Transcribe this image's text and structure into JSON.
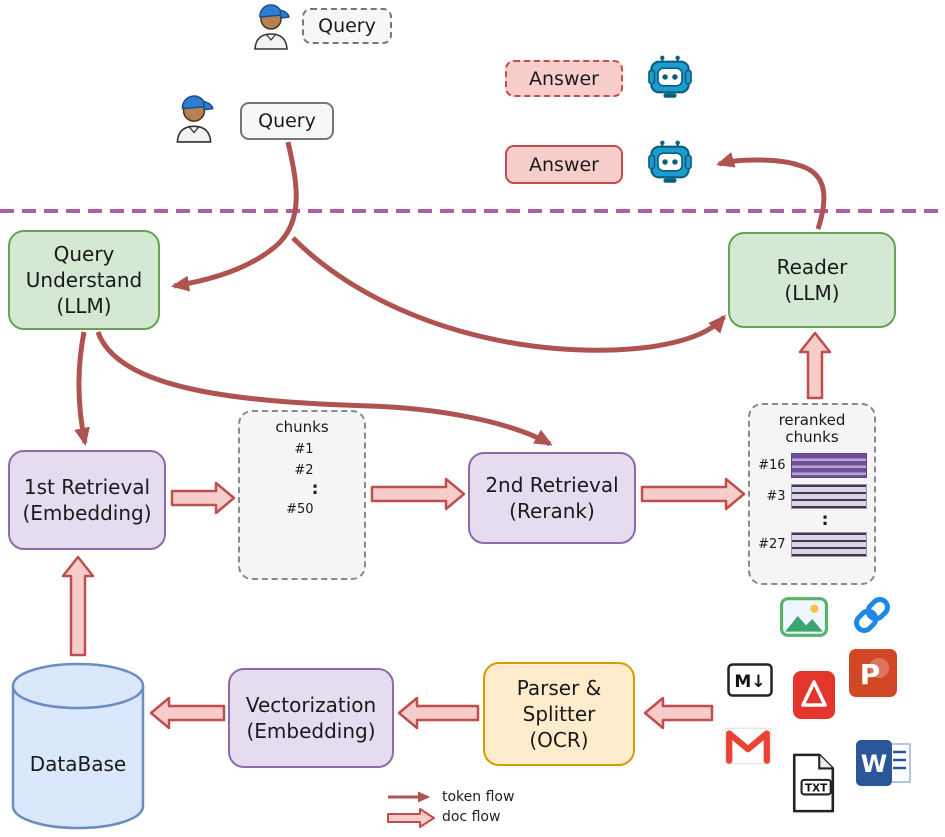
{
  "top": {
    "query_draft": "Query",
    "query_final": "Query",
    "answer_draft": "Answer",
    "answer_final": "Answer"
  },
  "nodes": {
    "query_understand": "Query\nUnderstand\n(LLM)",
    "reader": "Reader\n(LLM)",
    "first_retrieval": "1st Retrieval\n(Embedding)",
    "second_retrieval": "2nd Retrieval\n(Rerank)",
    "database": "DataBase",
    "vectorization": "Vectorization\n(Embedding)",
    "parser_splitter": "Parser &\nSplitter\n(OCR)"
  },
  "chunks_box": {
    "title": "chunks",
    "labels": [
      "#1",
      "#2",
      "#50"
    ],
    "dots": ":"
  },
  "reranked_box": {
    "title": "reranked\nchunks",
    "labels": [
      "#16",
      "#3",
      "#27"
    ],
    "dots": ":"
  },
  "file_icons": {
    "markdown": "M↓",
    "txt": "TXT",
    "powerpoint": "P",
    "word": "W"
  },
  "legend": {
    "token_flow": "token flow",
    "doc_flow": "doc flow"
  },
  "colors": {
    "token_arrow": "#ae5350",
    "doc_arrow_fill": "#f6cdcb",
    "doc_arrow_stroke": "#bf4e4c",
    "llm_box_fill": "#d5e8d4",
    "llm_box_stroke": "#66a355",
    "retrieval_box_fill": "#e5dcef",
    "retrieval_box_stroke": "#8f6aa8",
    "parser_box_fill": "#ffeccd",
    "parser_box_stroke": "#d79b00",
    "database_fill": "#dbe8fb",
    "database_stroke": "#6c8ebf",
    "answer_fill": "#f8cecc",
    "answer_stroke": "#bf4e4c",
    "separator": "#ac5fa8"
  }
}
